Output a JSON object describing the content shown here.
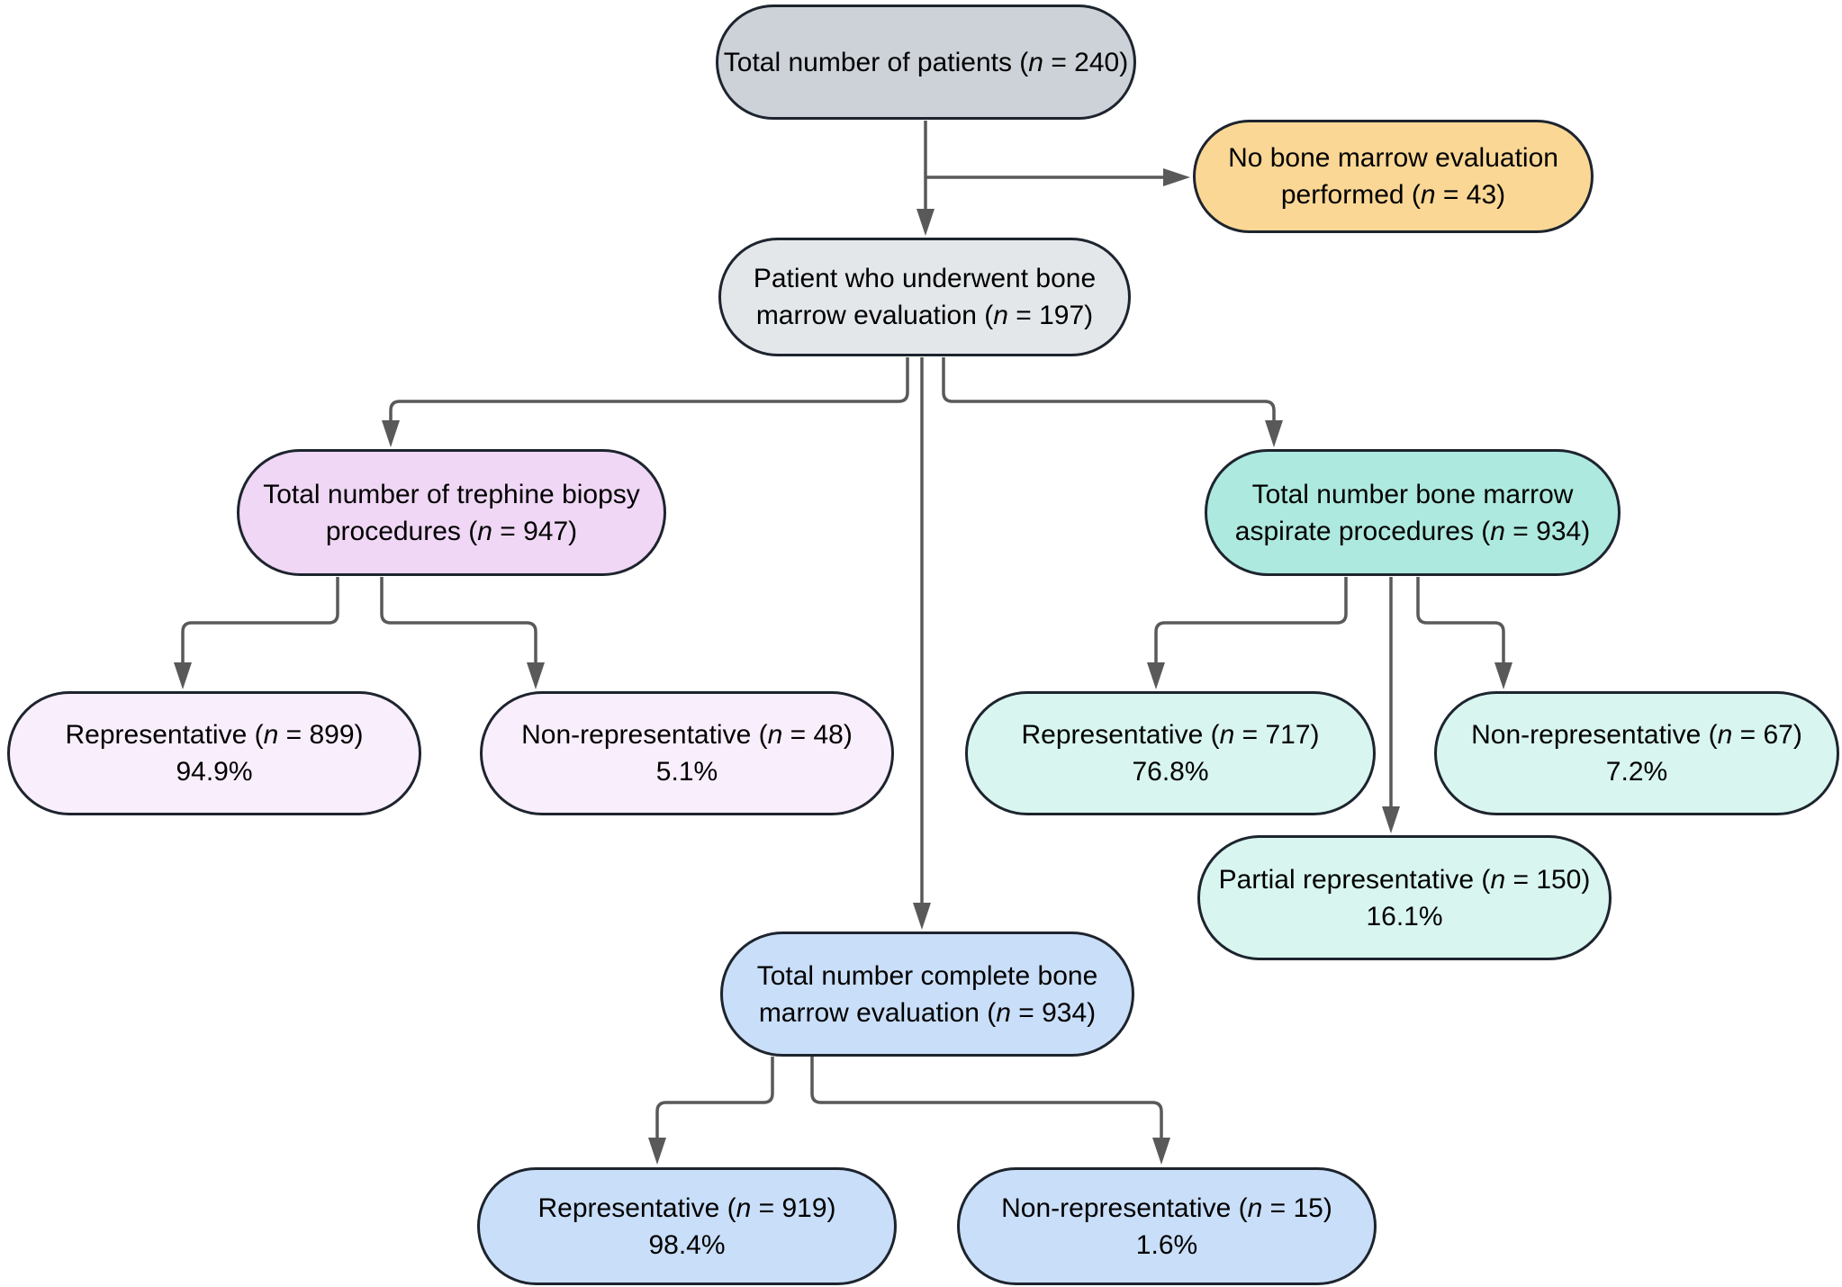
{
  "diagram": {
    "type": "flowchart",
    "topic": "Bone marrow evaluation procedures",
    "colors": {
      "node_border": "#1d242e",
      "arrow": "#595959",
      "fills": {
        "total_patients": "#ccd2d8",
        "no_bme_performed": "#fad795",
        "underwent_bme": "#e3e7ea",
        "trephine_total": "#f0d7f5",
        "trephine_children": "#f9eefb",
        "aspirate_total": "#ade9df",
        "aspirate_children": "#d8f5ef",
        "complete_bme": "#c9def8"
      }
    },
    "nodes": {
      "total_patients": {
        "line1": "Total number of patients (<i>n</i> = 240)",
        "n": 240
      },
      "no_bme_performed": {
        "line1": "No bone marrow evaluation",
        "line2": "performed (<i>n</i> = 43)",
        "n": 43
      },
      "underwent_bme": {
        "line1": "Patient who underwent bone",
        "line2": "marrow evaluation (<i>n</i> = 197)",
        "n": 197
      },
      "trephine_total": {
        "line1": "Total number of trephine biopsy",
        "line2": "procedures (<i>n</i> = 947)",
        "n": 947
      },
      "aspirate_total": {
        "line1": "Total number bone marrow",
        "line2": "aspirate procedures (<i>n</i> = 934)",
        "n": 934
      },
      "trephine_representative": {
        "line1": "Representative (<i>n</i> = 899)",
        "line2": "94.9%",
        "n": 899,
        "pct": "94.9%"
      },
      "trephine_non_representative": {
        "line1": "Non-representative (<i>n</i> = 48)",
        "line2": "5.1%",
        "n": 48,
        "pct": "5.1%"
      },
      "aspirate_representative": {
        "line1": "Representative (<i>n</i> = 717)",
        "line2": "76.8%",
        "n": 717,
        "pct": "76.8%"
      },
      "aspirate_non_representative": {
        "line1": "Non-representative (<i>n</i> = 67)",
        "line2": "7.2%",
        "n": 67,
        "pct": "7.2%"
      },
      "aspirate_partial_representative": {
        "line1": "Partial representative (<i>n</i> = 150)",
        "line2": "16.1%",
        "n": 150,
        "pct": "16.1%"
      },
      "complete_bme_total": {
        "line1": "Total number complete bone",
        "line2": "marrow evaluation (<i>n</i> = 934)",
        "n": 934
      },
      "complete_representative": {
        "line1": "Representative (<i>n</i> = 919)",
        "line2": "98.4%",
        "n": 919,
        "pct": "98.4%"
      },
      "complete_non_representative": {
        "line1": "Non-representative (<i>n</i> = 15)",
        "line2": "1.6%",
        "n": 15,
        "pct": "1.6%"
      }
    },
    "edges": [
      {
        "from": "total_patients",
        "to": "no_bme_performed"
      },
      {
        "from": "total_patients",
        "to": "underwent_bme"
      },
      {
        "from": "underwent_bme",
        "to": "trephine_total"
      },
      {
        "from": "underwent_bme",
        "to": "complete_bme_total"
      },
      {
        "from": "underwent_bme",
        "to": "aspirate_total"
      },
      {
        "from": "trephine_total",
        "to": "trephine_representative"
      },
      {
        "from": "trephine_total",
        "to": "trephine_non_representative"
      },
      {
        "from": "aspirate_total",
        "to": "aspirate_representative"
      },
      {
        "from": "aspirate_total",
        "to": "aspirate_partial_representative"
      },
      {
        "from": "aspirate_total",
        "to": "aspirate_non_representative"
      },
      {
        "from": "complete_bme_total",
        "to": "complete_representative"
      },
      {
        "from": "complete_bme_total",
        "to": "complete_non_representative"
      }
    ]
  }
}
